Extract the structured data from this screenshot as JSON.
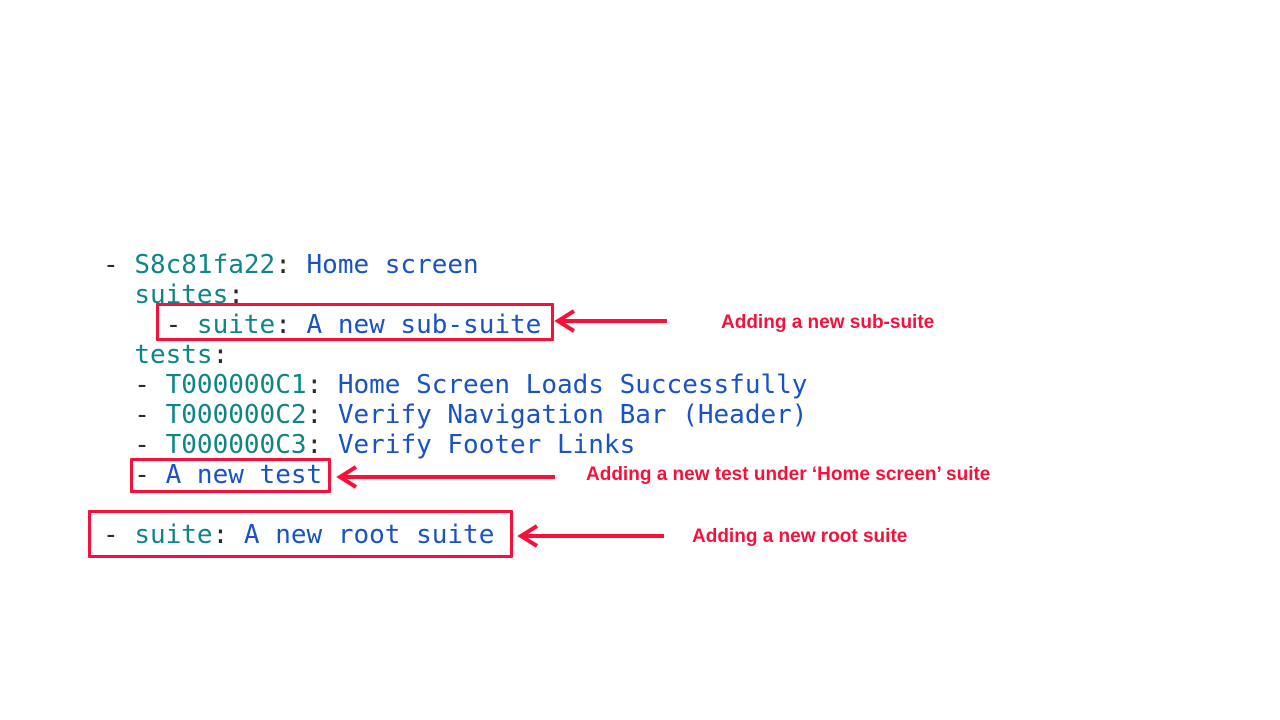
{
  "colors": {
    "key": "#0e8688",
    "value": "#1a53c4",
    "punctuation": "#2b2b2b",
    "accent_red": "#f7103a",
    "background": "#ffffff"
  },
  "code": {
    "language": "yaml",
    "lines": [
      [
        {
          "t": "- ",
          "c": "p"
        },
        {
          "t": "S8c81fa22",
          "c": "k"
        },
        {
          "t": ": ",
          "c": "p"
        },
        {
          "t": "Home screen",
          "c": "v"
        }
      ],
      [
        {
          "t": "  ",
          "c": "p"
        },
        {
          "t": "suites",
          "c": "k"
        },
        {
          "t": ":",
          "c": "p"
        }
      ],
      [
        {
          "t": "    - ",
          "c": "p"
        },
        {
          "t": "suite",
          "c": "k"
        },
        {
          "t": ": ",
          "c": "p"
        },
        {
          "t": "A new sub-suite",
          "c": "v"
        }
      ],
      [
        {
          "t": "  ",
          "c": "p"
        },
        {
          "t": "tests",
          "c": "k"
        },
        {
          "t": ":",
          "c": "p"
        }
      ],
      [
        {
          "t": "  - ",
          "c": "p"
        },
        {
          "t": "T000000C1",
          "c": "k"
        },
        {
          "t": ": ",
          "c": "p"
        },
        {
          "t": "Home Screen Loads Successfully",
          "c": "v"
        }
      ],
      [
        {
          "t": "  - ",
          "c": "p"
        },
        {
          "t": "T000000C2",
          "c": "k"
        },
        {
          "t": ": ",
          "c": "p"
        },
        {
          "t": "Verify Navigation Bar (Header)",
          "c": "v"
        }
      ],
      [
        {
          "t": "  - ",
          "c": "p"
        },
        {
          "t": "T000000C3",
          "c": "k"
        },
        {
          "t": ": ",
          "c": "p"
        },
        {
          "t": "Verify Footer Links",
          "c": "v"
        }
      ],
      [
        {
          "t": "  - ",
          "c": "p"
        },
        {
          "t": "A new test",
          "c": "v"
        }
      ],
      [],
      [
        {
          "t": "- ",
          "c": "p"
        },
        {
          "t": "suite",
          "c": "k"
        },
        {
          "t": ": ",
          "c": "p"
        },
        {
          "t": "A new root suite",
          "c": "v"
        }
      ]
    ]
  },
  "annotations": [
    {
      "label": "Adding a new sub-suite"
    },
    {
      "label": "Adding a new test under ‘Home screen’ suite"
    },
    {
      "label": "Adding a new root suite"
    }
  ]
}
